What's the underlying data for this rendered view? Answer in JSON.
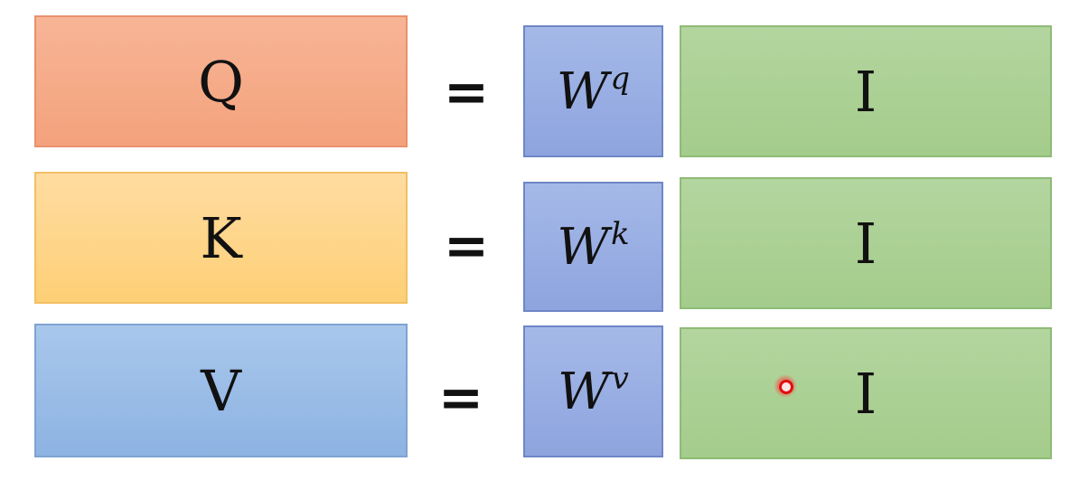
{
  "rows": [
    {
      "lhs": "Q",
      "equals": "=",
      "weight_base": "W",
      "weight_sup": "q",
      "input": "I"
    },
    {
      "lhs": "K",
      "equals": "=",
      "weight_base": "W",
      "weight_sup": "k",
      "input": "I"
    },
    {
      "lhs": "V",
      "equals": "=",
      "weight_base": "W",
      "weight_sup": "v",
      "input": "I"
    }
  ],
  "colors": {
    "query": "#f4a27c",
    "key": "#fdcf76",
    "value": "#8db3e2",
    "weight": "#8ea4de",
    "input": "#a4cc8b",
    "pointer": "#e01010"
  },
  "icons": {
    "pointer": "laser-pointer-icon"
  }
}
